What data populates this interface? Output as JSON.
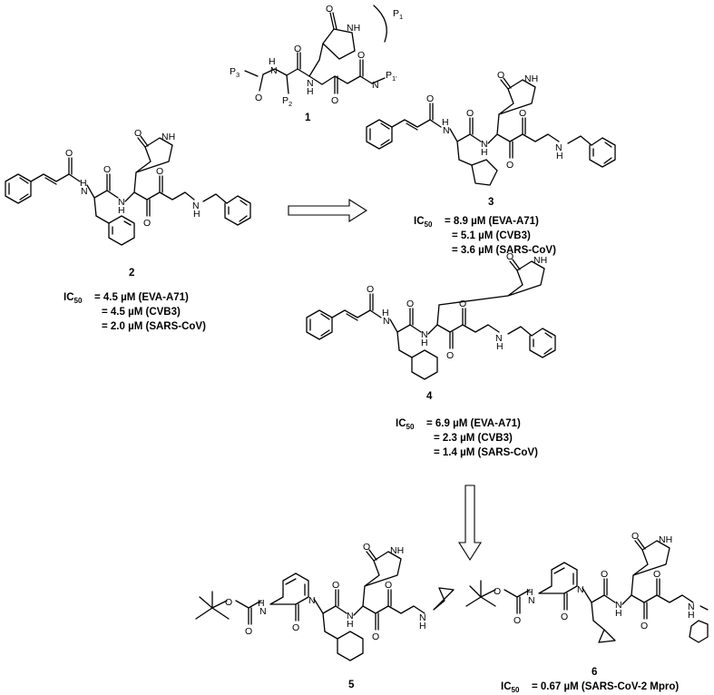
{
  "atoms": {
    "O": "O",
    "N": "N",
    "NH": "NH",
    "H": "H",
    "P": "P"
  },
  "compound1": {
    "id": "1",
    "P3": "3",
    "P2": "2",
    "P1": "1",
    "P1prime": "1'"
  },
  "compound2": {
    "id": "2",
    "ic50_prefix": "IC",
    "ic50_sub": "50",
    "lines": [
      "= 4.5 µM (EVA-A71)",
      "= 4.5 µM (CVB3)",
      "= 2.0 µM (SARS-CoV)"
    ]
  },
  "compound3": {
    "id": "3",
    "ic50_prefix": "IC",
    "ic50_sub": "50",
    "lines": [
      "=  8.9 µM (EVA-A71)",
      "= 5.1 µM (CVB3)",
      "= 3.6 µM (SARS-CoV)"
    ]
  },
  "compound4": {
    "id": "4",
    "ic50_prefix": "IC",
    "ic50_sub": "50",
    "lines": [
      "= 6.9 µM (EVA-A71)",
      "= 2.3 µM (CVB3)",
      "= 1.4 µM (SARS-CoV)"
    ]
  },
  "compound5": {
    "id": "5"
  },
  "compound6": {
    "id": "6",
    "ic50_prefix": "IC",
    "ic50_sub": "50",
    "line": "= 0.67 µM (SARS-CoV-2 Mpro)"
  }
}
